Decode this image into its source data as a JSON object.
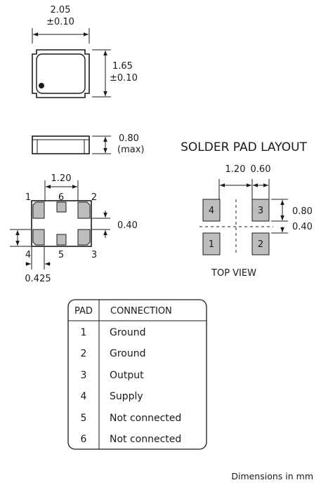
{
  "top_view": {
    "width_value": "2.05",
    "width_tol": "±0.10",
    "height_value": "1.65",
    "height_tol": "±0.10"
  },
  "side_view": {
    "thickness_value": "0.80",
    "thickness_note": "(max)"
  },
  "bottom_view": {
    "pitch": "1.20",
    "pad_gap": "0.40",
    "edge": "0.425",
    "pad_numbers": [
      "1",
      "2",
      "3",
      "4",
      "5",
      "6"
    ]
  },
  "solder_layout": {
    "title": "SOLDER PAD LAYOUT",
    "dim_pitch": "1.20",
    "dim_pad_width": "0.60",
    "dim_pad_height": "0.80",
    "dim_gap": "0.40",
    "pad_numbers": [
      "4",
      "3",
      "1",
      "2"
    ],
    "caption": "TOP VIEW"
  },
  "pad_table": {
    "headers": [
      "PAD",
      "CONNECTION"
    ],
    "rows": [
      {
        "pad": "1",
        "connection": "Ground"
      },
      {
        "pad": "2",
        "connection": "Ground"
      },
      {
        "pad": "3",
        "connection": "Output"
      },
      {
        "pad": "4",
        "connection": "Supply"
      },
      {
        "pad": "5",
        "connection": "Not connected"
      },
      {
        "pad": "6",
        "connection": "Not connected"
      }
    ]
  },
  "footer": {
    "units_note": "Dimensions in mm"
  }
}
